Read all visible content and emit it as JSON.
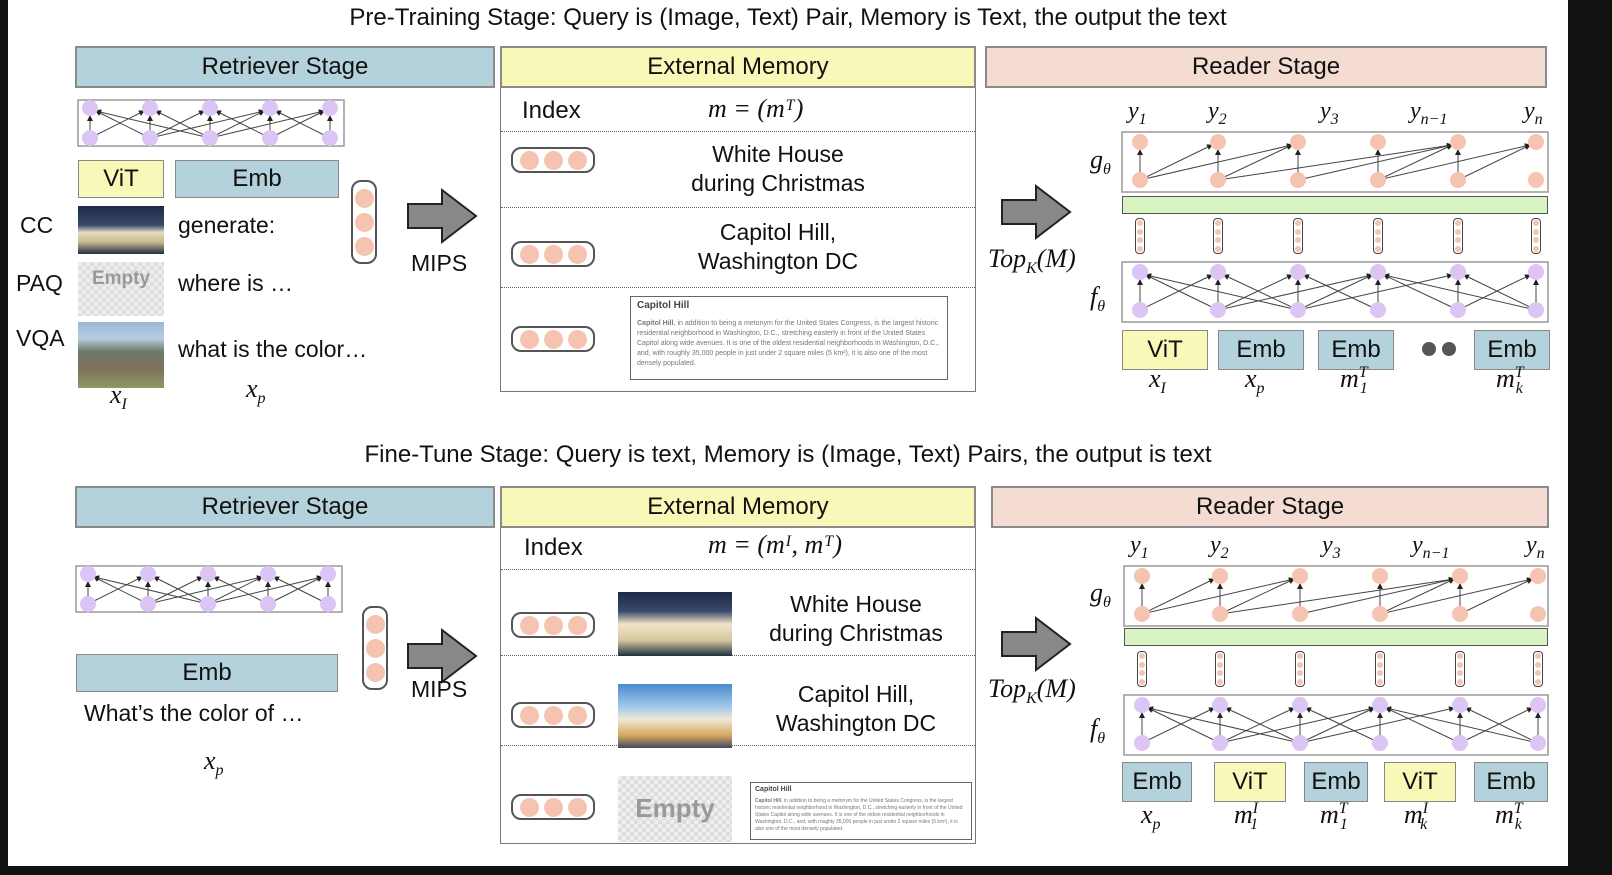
{
  "pretrain": {
    "title": "Pre-Training Stage: Query is (Image, Text) Pair, Memory is Text, the output the text",
    "retriever": {
      "header": "Retriever Stage",
      "vit_label": "ViT",
      "emb_label": "Emb",
      "rows": [
        {
          "dataset": "CC",
          "image": "white-house-christmas-photo",
          "prompt": "generate:"
        },
        {
          "dataset": "PAQ",
          "image": "empty",
          "image_text": "Empty",
          "prompt": "where is …"
        },
        {
          "dataset": "VQA",
          "image": "berlin-cathedral-photo",
          "prompt": "what is the color…"
        }
      ],
      "var_image": "x",
      "var_image_sub": "I",
      "var_text": "x",
      "var_text_sub": "p"
    },
    "arrow_label": "MIPS",
    "memory": {
      "header": "External Memory",
      "index_label": "Index",
      "formula": "m = (mᵀ)",
      "entries": [
        {
          "text_line1": "White House",
          "text_line2": "during Christmas"
        },
        {
          "text_line1": "Capitol Hill,",
          "text_line2": "Washington DC"
        },
        {
          "doc_title": "Capitol Hill",
          "doc_lead": "Capitol Hill",
          "doc_body": ", in addition to being a metonym for the United States Congress, is the largest historic residential neighborhood in Washington, D.C., stretching easterly in front of the United States Capitol along wide avenues. It is one of the oldest residential neighborhoods in Washington, D.C., and, with roughly 35,000 people in just under 2 square miles (5 km²), it is also one of the most densely populated."
        }
      ]
    },
    "topk_label": "Top",
    "topk_sub": "K",
    "topk_arg": "(M)",
    "reader": {
      "header": "Reader Stage",
      "outputs": [
        {
          "v": "y",
          "s": "1"
        },
        {
          "v": "y",
          "s": "2"
        },
        {
          "v": "y",
          "s": "3"
        },
        {
          "v": "y",
          "s": "n−1"
        },
        {
          "v": "y",
          "s": "n"
        }
      ],
      "decoder_label": "g",
      "decoder_sub": "θ",
      "encoder_label": "f",
      "encoder_sub": "θ",
      "inputs": [
        {
          "box": "ViT",
          "color": "yellow",
          "v": "x",
          "sub": "I",
          "sup": ""
        },
        {
          "box": "Emb",
          "color": "blue",
          "v": "x",
          "sub": "p",
          "sup": ""
        },
        {
          "box": "Emb",
          "color": "blue",
          "v": "m",
          "sub": "1",
          "sup": "T"
        },
        {
          "box": "Emb",
          "color": "blue",
          "v": "m",
          "sub": "k",
          "sup": "T"
        }
      ]
    }
  },
  "finetune": {
    "title": "Fine-Tune Stage: Query is text, Memory is (Image, Text) Pairs, the output is text",
    "retriever": {
      "header": "Retriever Stage",
      "emb_label": "Emb",
      "query": "What’s the color of …",
      "var_text": "x",
      "var_text_sub": "p"
    },
    "arrow_label": "MIPS",
    "memory": {
      "header": "External Memory",
      "index_label": "Index",
      "formula": "m = (mᴵ, mᵀ)",
      "entries": [
        {
          "image": "white-house-christmas-photo",
          "text_line1": "White House",
          "text_line2": "during Christmas"
        },
        {
          "image": "capitol-building-photo",
          "text_line1": "Capitol Hill,",
          "text_line2": "Washington DC"
        },
        {
          "image": "empty",
          "image_text": "Empty",
          "doc_title": "Capitol Hill",
          "doc_lead": "Capitol Hill",
          "doc_body": ", in addition to being a metonym for the United States Congress, is the largest historic residential neighborhood in Washington, D.C., stretching easterly in front of the United States Capitol along wide avenues. It is one of the oldest residential neighborhoods in Washington, D.C., and, with roughly 35,000 people in just under 2 square miles (5 km²), it is also one of the most densely populated."
        }
      ]
    },
    "topk_label": "Top",
    "topk_sub": "K",
    "topk_arg": "(M)",
    "reader": {
      "header": "Reader Stage",
      "outputs": [
        {
          "v": "y",
          "s": "1"
        },
        {
          "v": "y",
          "s": "2"
        },
        {
          "v": "y",
          "s": "3"
        },
        {
          "v": "y",
          "s": "n−1"
        },
        {
          "v": "y",
          "s": "n"
        }
      ],
      "decoder_label": "g",
      "decoder_sub": "θ",
      "encoder_label": "f",
      "encoder_sub": "θ",
      "inputs": [
        {
          "box": "Emb",
          "color": "blue",
          "v": "x",
          "sub": "p",
          "sup": ""
        },
        {
          "box": "ViT",
          "color": "yellow",
          "v": "m",
          "sub": "1",
          "sup": "I"
        },
        {
          "box": "Emb",
          "color": "blue",
          "v": "m",
          "sub": "1",
          "sup": "T"
        },
        {
          "box": "ViT",
          "color": "yellow",
          "v": "m",
          "sub": "k",
          "sup": "I"
        },
        {
          "box": "Emb",
          "color": "blue",
          "v": "m",
          "sub": "k",
          "sup": "T"
        }
      ]
    }
  },
  "colors": {
    "retriever": "#b4d2dc",
    "memory": "#f8f8b8",
    "reader": "#f4dcd2",
    "decoder_node": "#f4c4b0",
    "encoder_node": "#dcc4f4",
    "fusion_bar": "#d8f4c0",
    "doc_link": "#f0b840"
  }
}
